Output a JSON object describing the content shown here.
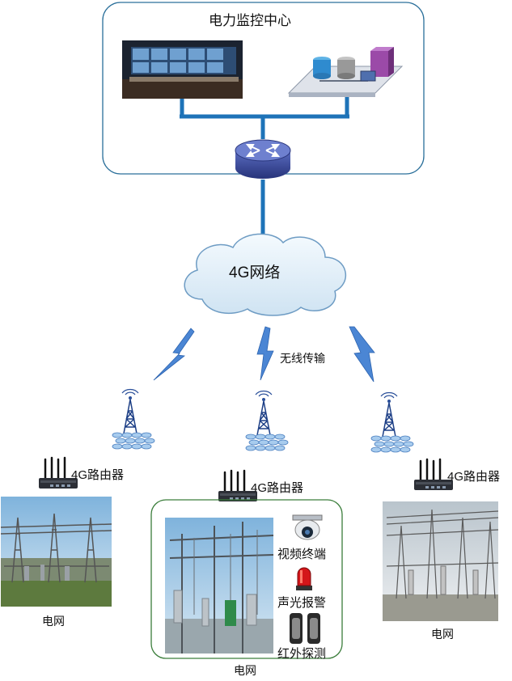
{
  "control_center": {
    "title": "电力监控中心"
  },
  "network": {
    "label": "4G网络"
  },
  "wireless": {
    "label": "无线传输"
  },
  "routers": [
    {
      "label": "4G路由器"
    },
    {
      "label": "4G路由器"
    },
    {
      "label": "4G路由器"
    }
  ],
  "grids": [
    {
      "label": "电网"
    },
    {
      "label": "电网"
    },
    {
      "label": "电网"
    }
  ],
  "devices": [
    {
      "label": "视频终端"
    },
    {
      "label": "声光报警"
    },
    {
      "label": "红外探测"
    }
  ],
  "colors": {
    "link_blue": "#1e73b8",
    "box_border": "#2a6f9a",
    "site_border": "#3a7d3a",
    "bolt_blue": "#3d7fd0",
    "cloud_fill": "#e6f2fa",
    "router_body": "#3b4aa0"
  }
}
